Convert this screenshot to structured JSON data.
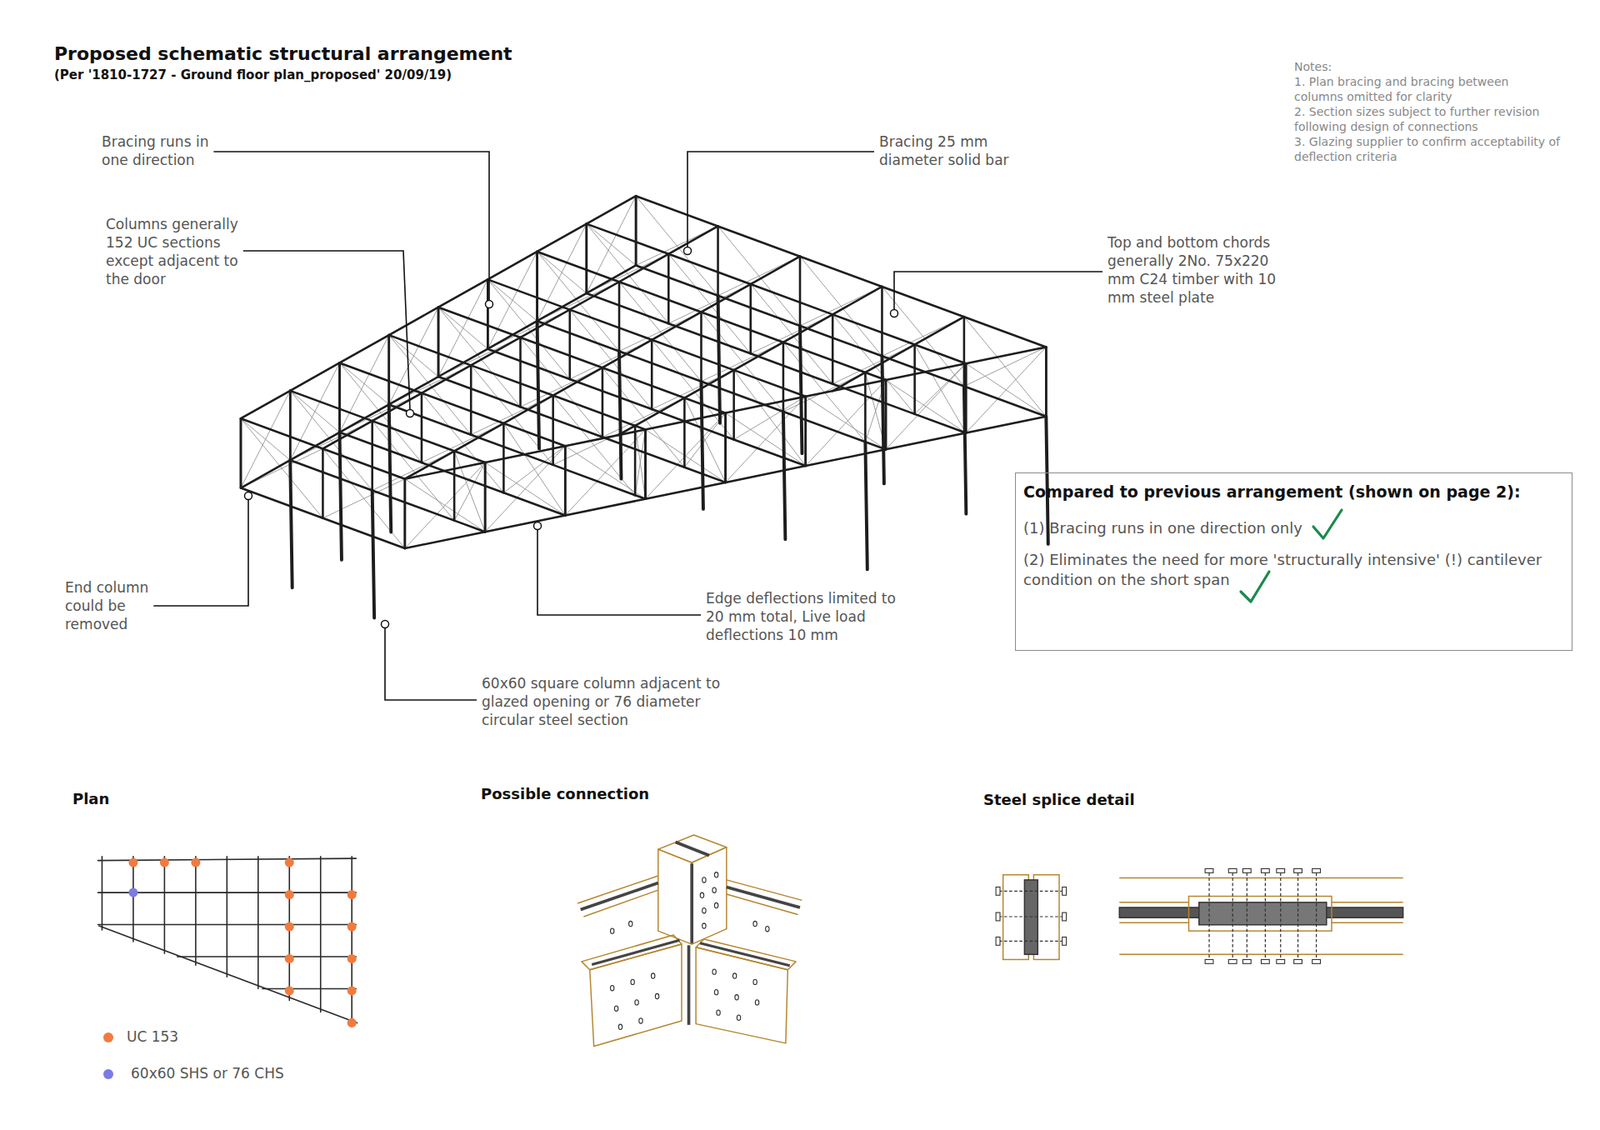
{
  "diagram": {
    "title": "Proposed schematic structural arrangement",
    "nodes": [
      {
        "text": [
          "Compared to previous arrangement (shown on page 2):",
          "(1) Bracing runs in one direction only",
          "(2) Eliminates the need for more 'structurally intensive' (!) cantilever condition on the short span"
        ]
      }
    ],
    "labels": [
      "(Per '1810-1727 - Ground floor plan_proposed' 20/09/19)",
      "Notes:",
      "1. Plan bracing and bracing between columns omitted for clarity",
      "2. Section sizes subject to further revision following design of connections",
      "3. Glazing supplier to confirm acceptability of deflection criteria",
      "Bracing runs in one direction",
      "Bracing 25 mm diameter solid bar",
      "Columns generally 152 UC sections except adjacent to the door",
      "Top and bottom chords generally 2No. 75x220 mm C24 timber with 10 mm steel plate",
      "End column could be removed",
      "Edge deflections limited to 20 mm total, Live load deflections 10 mm",
      "60x60 square column adjacent to glazed opening or 76 diameter circular steel section",
      "Plan",
      "Possible connection",
      "Steel splice detail"
    ],
    "legend": [
      {
        "text": "UC 153",
        "color": "#f07b3f"
      },
      {
        "text": "60x60 SHS or 76 CHS",
        "color": "#7b7be6"
      }
    ]
  }
}
